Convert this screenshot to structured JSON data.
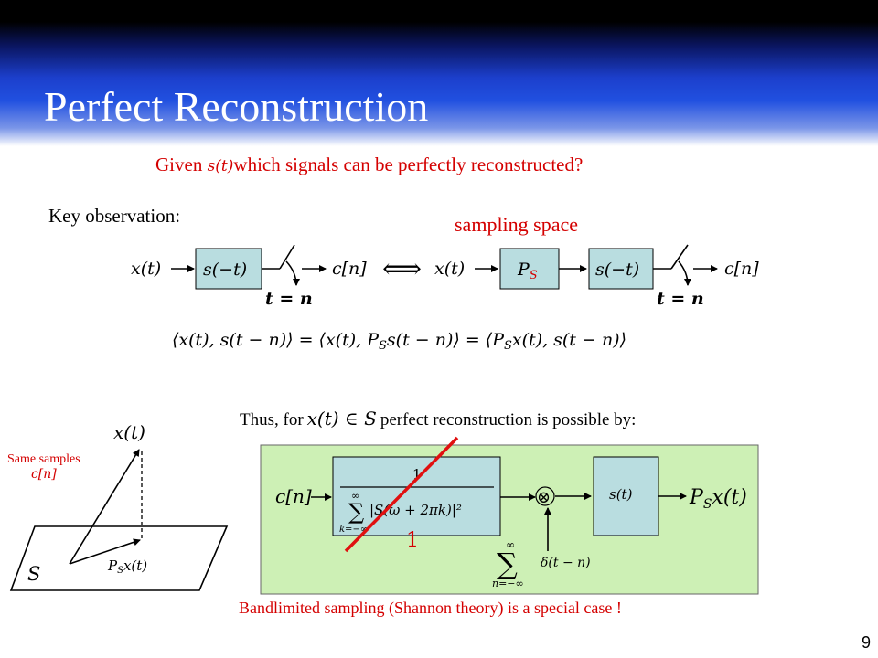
{
  "slide": {
    "title": "Perfect Reconstruction",
    "page_number": "9",
    "colors": {
      "title": "#ffffff",
      "header_blue": "#2150e0",
      "accent_red": "#d40000",
      "block_fill": "#b9dde0",
      "box_fill": "#cdf0b5"
    }
  },
  "question": {
    "prefix": "Given ",
    "math": "s(t)",
    "suffix": "which signals can be perfectly reconstructed?"
  },
  "observation": {
    "label": "Key observation:",
    "sampling_space": "sampling space",
    "equivalence": "⟺"
  },
  "diagram_left": {
    "input": "x(t)",
    "filter": "s(−t)",
    "output": "c[n]",
    "sampler": "t = n"
  },
  "diagram_right": {
    "input": "x(t)",
    "projector": "P",
    "projector_sub": "S",
    "filter": "s(−t)",
    "output": "c[n]",
    "sampler": "t = n"
  },
  "equation": {
    "lhs": "⟨x(t), s(t − n)⟩",
    "eq1": "=",
    "mid_a": "⟨x(t), P",
    "mid_sub": "S",
    "mid_b": "s(t − n)⟩",
    "eq2": "=",
    "rhs_a": "⟨P",
    "rhs_sub": "S",
    "rhs_b": "x(t), s(t − n)⟩"
  },
  "geometry": {
    "vector": "x(t)",
    "projection_a": "P",
    "projection_sub": "S",
    "projection_b": "x(t)",
    "subspace": "S",
    "same_samples": "Same samples",
    "same_samples_math": "c[n]"
  },
  "thus": {
    "prefix": "Thus, for",
    "math": "x(t) ∈ S",
    "suffix": "perfect reconstruction is possible by:"
  },
  "reconstruction": {
    "input": "c[n]",
    "numerator": "1",
    "sum_top": "∞",
    "sum_symbol": "∑",
    "sum_bottom": "k=−∞",
    "denominator_term": "|S(ω + 2πk)|²",
    "multiplier": "⊗",
    "impulse_sum_top": "∞",
    "impulse_sum_symbol": "∑",
    "impulse_sum_bottom": "n=−∞",
    "impulse_term": "δ(t − n)",
    "filter": "s(t)",
    "output_a": "P",
    "output_sub": "S",
    "output_b": "x(t)",
    "annotation": "1"
  },
  "bandlimited": "Bandlimited sampling (Shannon theory) is a special case !"
}
